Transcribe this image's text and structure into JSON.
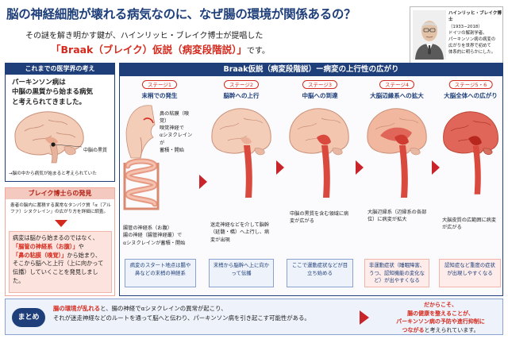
{
  "header": {
    "title": "脳の神経細胞が壊れる病気なのに、なぜ腸の環境が関係あるの？",
    "subtitle": "その謎を解き明かす鍵が、ハインリッヒ・ブレイク博士が提唱した",
    "hypothesis": "「Braak（ブレイク）仮説（病変段階説）」",
    "hypothesis_tail": "です。"
  },
  "profile": {
    "name": "ハインリッヒ・ブレイク博士",
    "years": "（1933−2018）",
    "line1": "ドイツの解剖学者。",
    "line2": "パーキンソン病の病変の",
    "line3": "広がりを世界で初めて",
    "line4": "体系的に明らかにした。"
  },
  "conventional": {
    "heading": "これまでの医学界の考え",
    "line1": "パーキンソン病は",
    "line2": "中脳の黒質から始まる病気",
    "line3": "と考えられてきました。",
    "label": "中脳の黒質",
    "note": "→脳の中から病気が始まると考えられていた"
  },
  "discovery": {
    "heading": "ブレイク博士らの発見",
    "text": "患者の脳内に蓄積する異常なタンパク質「α（アルファ）シヌクレイン」の広がり方を詳細に調査。",
    "p1": "病変は脳から始まるのではなく、",
    "p2": "「腸管の神経系（お腹）」",
    "p3": "「鼻の粘膜（嗅覚）」",
    "p3b": "から始まり、",
    "p4": "そこから脳へと上行（上に向かって伝播）していくことを発見しました。",
    "p2b": "や"
  },
  "main": {
    "heading": "Braak仮説（病変段階説）ー病変の上行性の広がり",
    "stages": [
      {
        "tag": "ステージ1",
        "title": "末梢での発生",
        "label_nose": "鼻の粘膜（嗅覚）",
        "label_nerve1": "嗅覚神経で",
        "label_nerve2": "αシヌクレインが",
        "label_nerve3": "蓄積・開始",
        "label_gut1": "腸管の神経系（お腹）",
        "label_gut2": "腸の神経（腸管神経叢）で",
        "label_gut3": "αシヌクレインが蓄積・開始",
        "bottom": "病変のスタート地点は腸や鼻などの末梢の神経系"
      },
      {
        "tag": "ステージ2",
        "title": "脳幹への上行",
        "text": "迷走神経などを介して脳幹（延髄・橋）へ上行し、病変が出現",
        "bottom": "末梢から脳幹へ上に向かって伝播"
      },
      {
        "tag": "ステージ3",
        "title": "中脳への到達",
        "text": "中脳の黒質を含む領域に病変が広がる",
        "bottom": "ここで運動症状などが目立ち始める"
      },
      {
        "tag": "ステージ4",
        "title": "大脳辺縁系への拡大",
        "text": "大脳辺縁系（辺縁系の各部位）に病変が拡大",
        "bottom": "非運動症状（睡眠障害、うつ、認知機能の変化など）が出やすくなる"
      },
      {
        "tag": "ステージ5・6",
        "title": "大脳全体への広がり",
        "text": "大脳皮質の広範囲に病変が広がる",
        "bottom": "認知症など重度の症状が出現しやすくなる"
      }
    ]
  },
  "summary": {
    "badge": "まとめ",
    "em1": "腸の環境が乱れる",
    "t1": "と、腸の神経でαシヌクレインの異常が起こり、",
    "t2": "それが迷走神経などのルートを通って脳へと伝わり、パーキンソン病を引き起こす可能性がある。",
    "r1": "だからこそ、",
    "r2": "腸の健康を整えることが、",
    "r3": "パーキンソン病の予防や進行抑制に",
    "r4": "つながる",
    "r5": "と考えられています。"
  },
  "colors": {
    "navy": "#1f3f7a",
    "red": "#d42a1e",
    "pink": "#fde3dd"
  }
}
